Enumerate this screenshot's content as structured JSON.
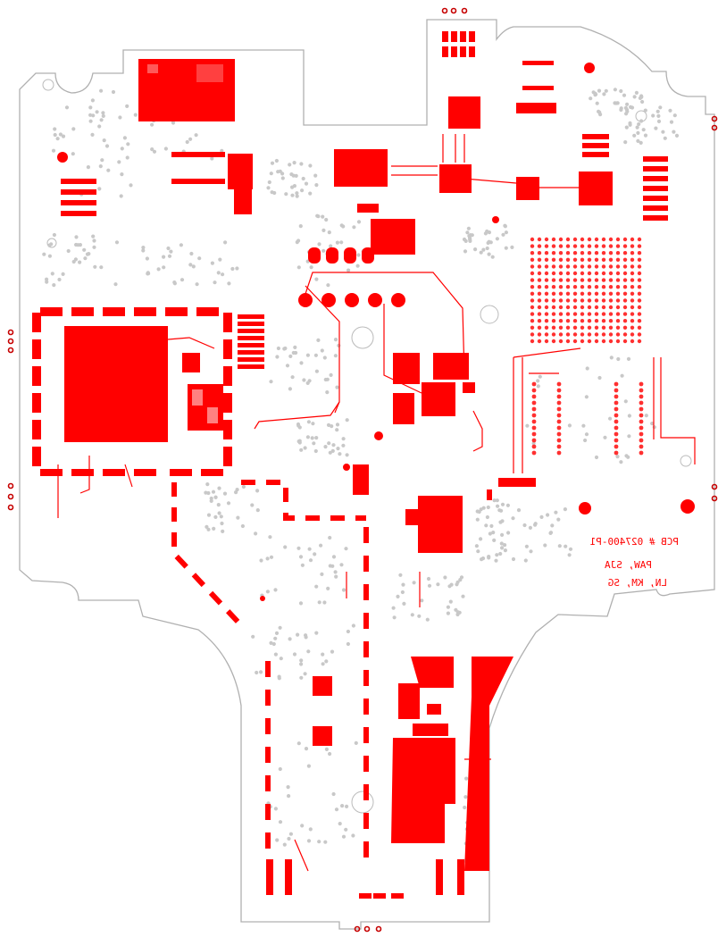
{
  "board": {
    "colors": {
      "copper": "#ff0000",
      "outline": "#b0b0b0",
      "via": "#c8c8c8",
      "background": "#ffffff"
    },
    "silkscreen": [
      {
        "id": "pcb-number",
        "text": "PCB # 027400-P1"
      },
      {
        "id": "initials-1",
        "text": "PAW, SJA"
      },
      {
        "id": "initials-2",
        "text": "LN, KM, SG"
      }
    ]
  }
}
